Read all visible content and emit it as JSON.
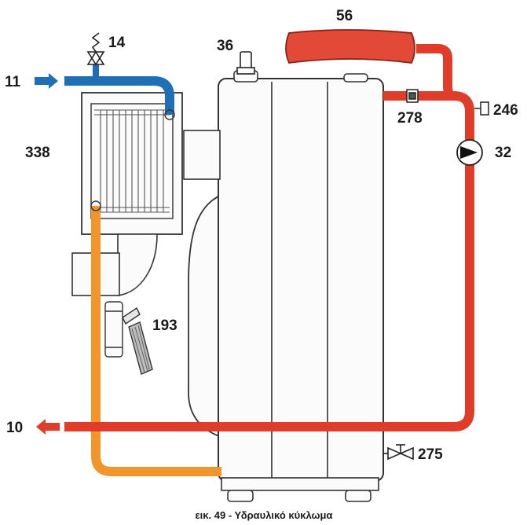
{
  "labels": {
    "l11": "11",
    "l14": "14",
    "l36": "36",
    "l56": "56",
    "l338": "338",
    "l278": "278",
    "l246": "246",
    "l32": "32",
    "l193": "193",
    "l10": "10",
    "l275": "275"
  },
  "caption": "εικ. 49 - Υδραυλικό κύκλωμα",
  "colors": {
    "cold_pipe": "#1f6fb5",
    "hot_pipe": "#e03c2a",
    "heat_pipe": "#f0962d",
    "expansion_tank": "#e24a37",
    "outline": "#333333"
  }
}
